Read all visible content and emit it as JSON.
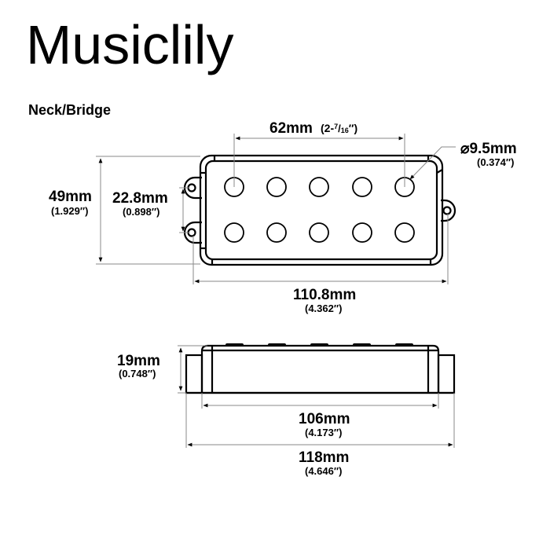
{
  "brand": {
    "title": "Musiclily"
  },
  "section": {
    "label": "Neck/Bridge"
  },
  "top_view": {
    "pole_spacing": {
      "mm": "62mm",
      "inch": "(2-",
      "inch_num": "7",
      "inch_den": "16",
      "inch_close": "″)"
    },
    "pole_diameter": {
      "symbol": "⌀",
      "mm": "9.5mm",
      "inch": "(0.374″)"
    },
    "height": {
      "mm": "49mm",
      "inch": "(1.929″)"
    },
    "ear_spacing": {
      "mm": "22.8mm",
      "inch": "(0.898″)"
    },
    "overall_length": {
      "mm": "110.8mm",
      "inch": "(4.362″)"
    },
    "pole_rows": 2,
    "poles_per_row": 5
  },
  "side_view": {
    "height": {
      "mm": "19mm",
      "inch": "(0.748″)"
    },
    "body_length": {
      "mm": "106mm",
      "inch": "(4.173″)"
    },
    "base_length": {
      "mm": "118mm",
      "inch": "(4.646″)"
    }
  },
  "colors": {
    "line": "#000000",
    "dimension_line": "#8a8a8a",
    "background": "#ffffff"
  }
}
